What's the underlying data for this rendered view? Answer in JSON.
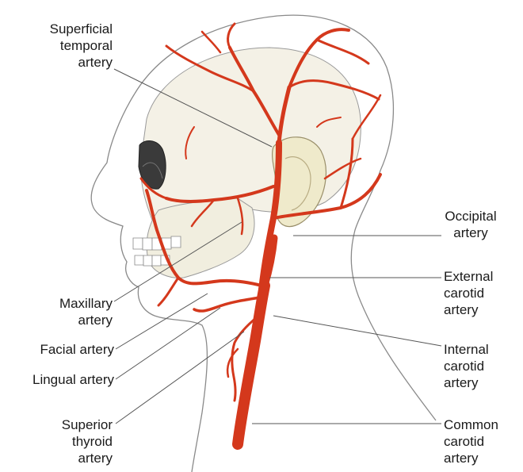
{
  "labels": {
    "superficial_temporal": "Superficial\ntemporal\nartery",
    "occipital": "Occipital\nartery",
    "external_carotid": "External\ncarotid\nartery",
    "internal_carotid": "Internal\ncarotid\nartery",
    "common_carotid": "Common\ncarotid\nartery",
    "maxillary": "Maxillary\nartery",
    "facial": "Facial artery",
    "lingual": "Lingual artery",
    "superior_thyroid": "Superior\nthyroid\nartery"
  },
  "colors": {
    "artery": "#d4381c",
    "artery_dark": "#b22a12",
    "outline": "#8a8a8a",
    "skull_fill": "#f4f1e6",
    "ear_fill": "#efeacb",
    "leader": "#555555"
  }
}
